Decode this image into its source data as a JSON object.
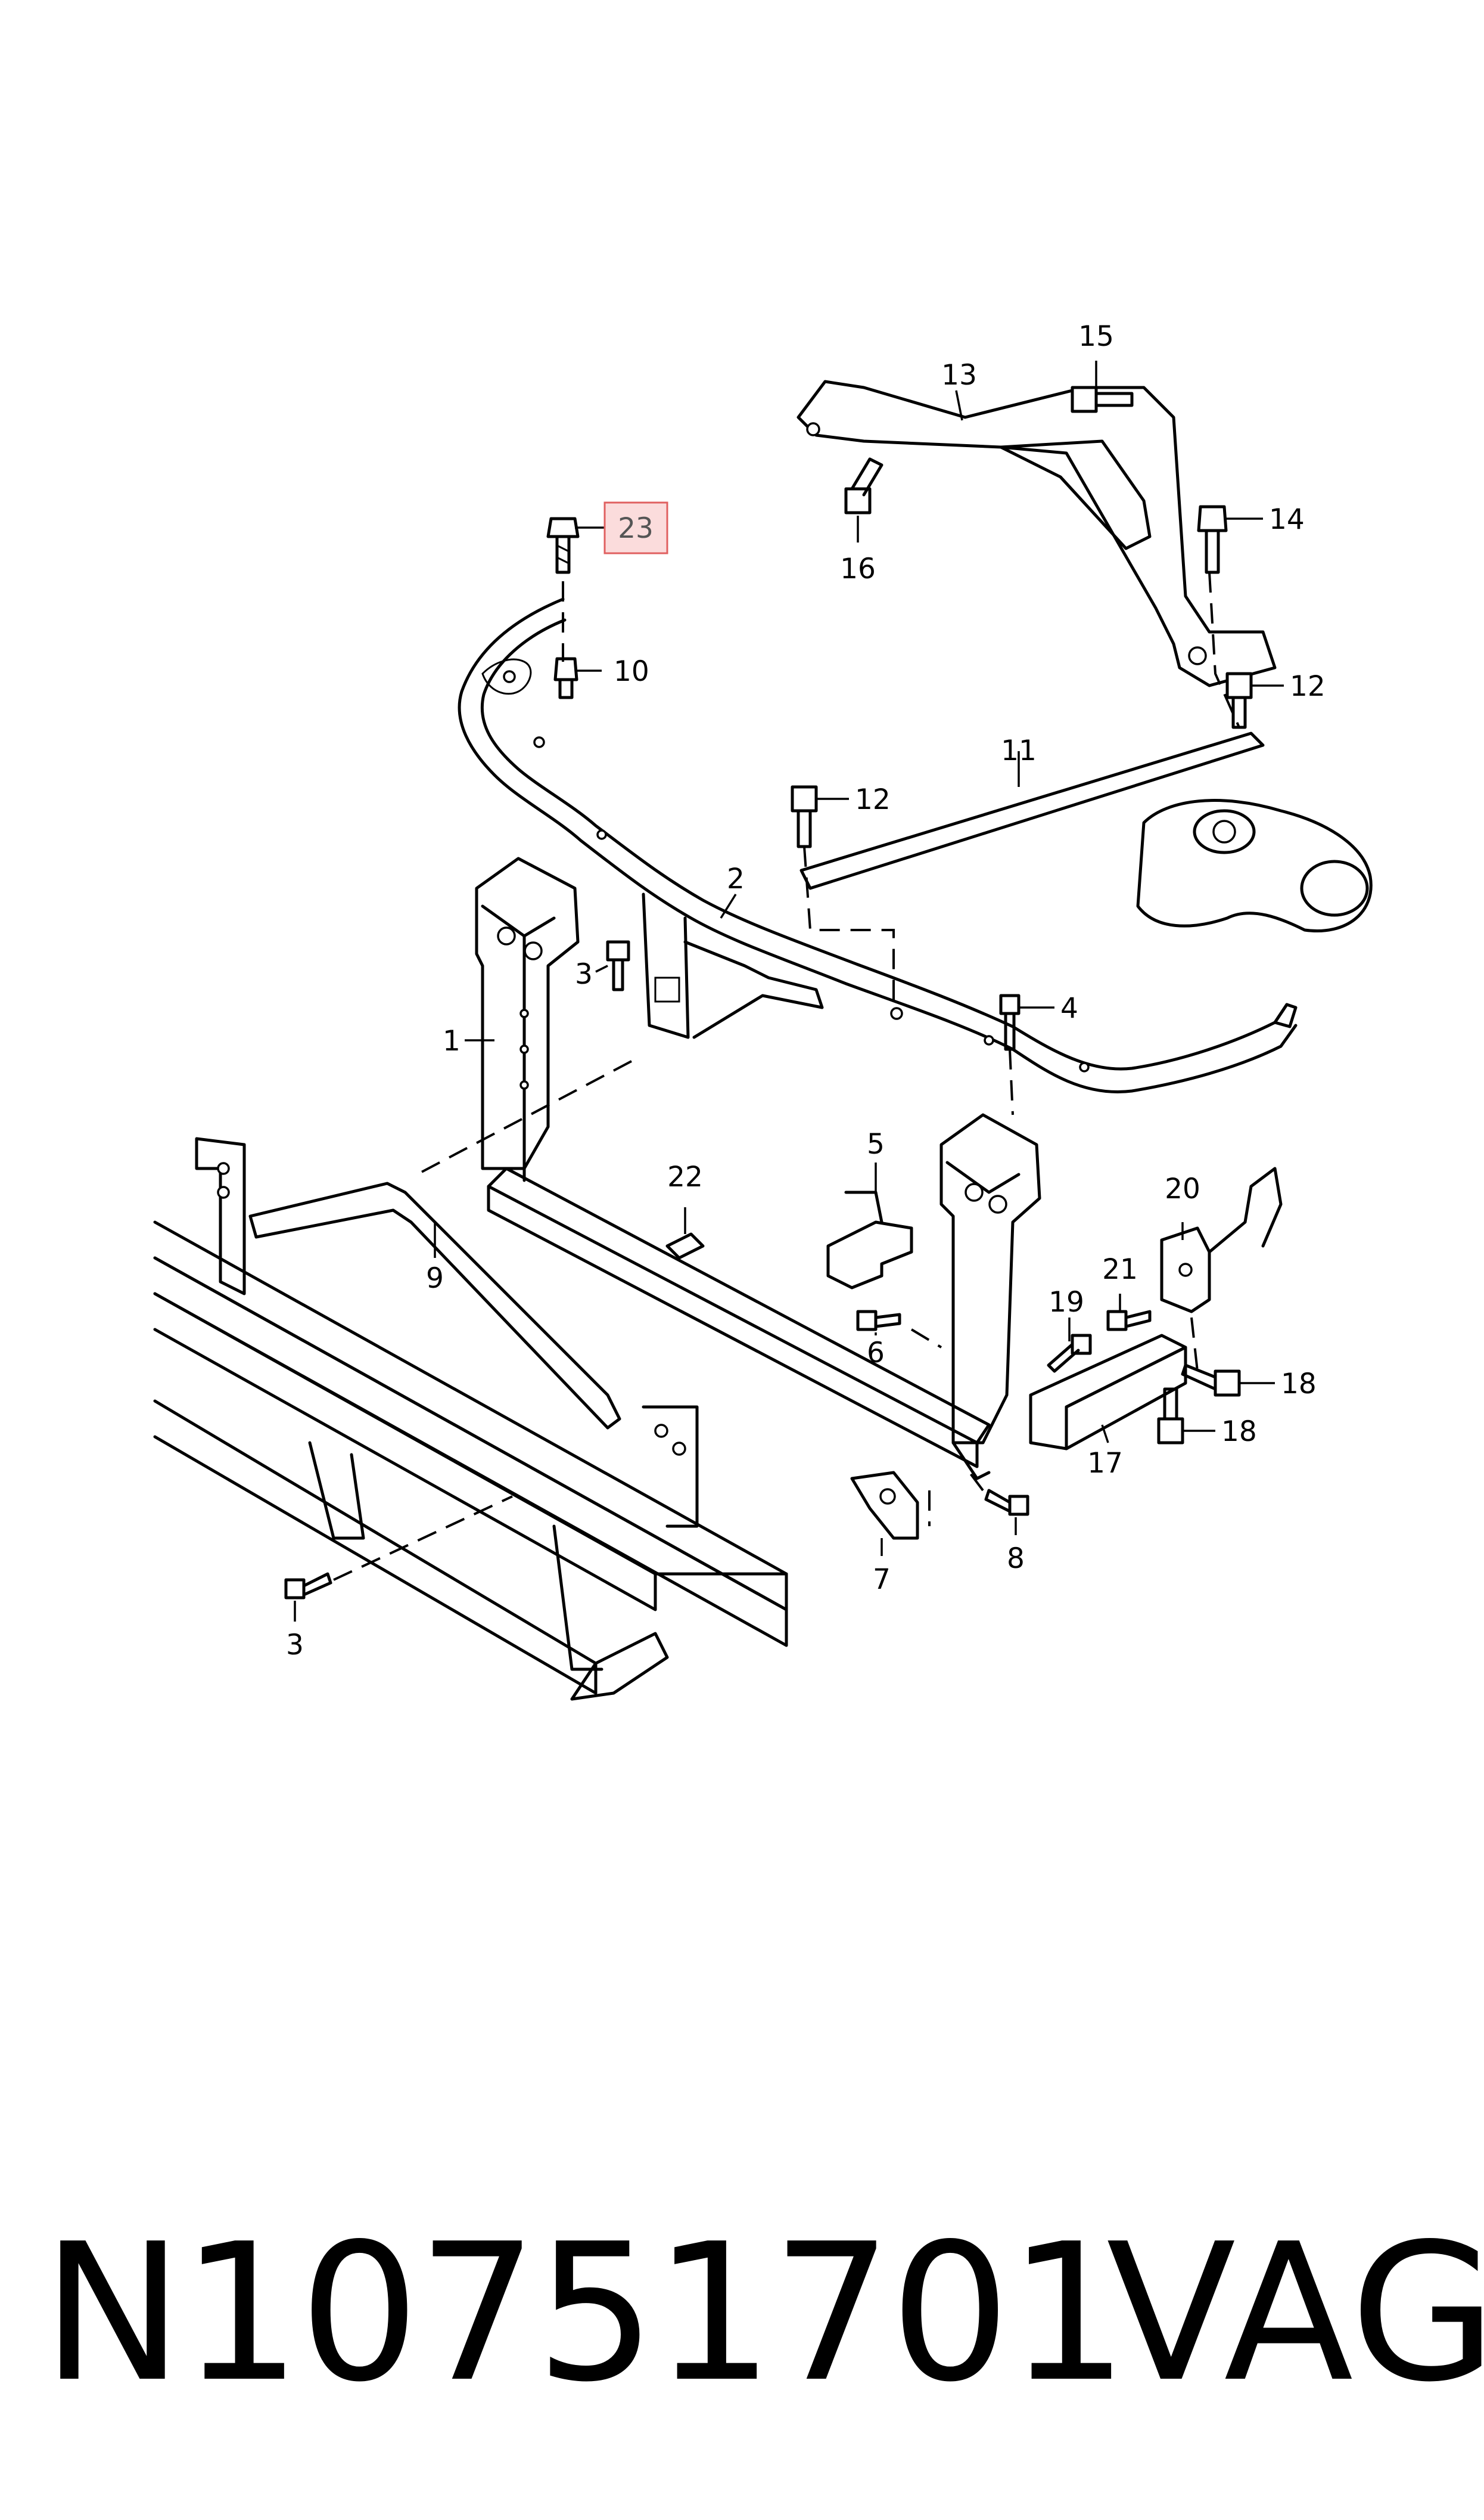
{
  "callouts": [
    {
      "id": "1",
      "label": "1"
    },
    {
      "id": "2",
      "label": "2"
    },
    {
      "id": "3a",
      "label": "3"
    },
    {
      "id": "3b",
      "label": "3"
    },
    {
      "id": "4",
      "label": "4"
    },
    {
      "id": "5",
      "label": "5"
    },
    {
      "id": "6",
      "label": "6"
    },
    {
      "id": "7",
      "label": "7"
    },
    {
      "id": "8",
      "label": "8"
    },
    {
      "id": "9",
      "label": "9"
    },
    {
      "id": "10",
      "label": "10"
    },
    {
      "id": "11",
      "label": "11"
    },
    {
      "id": "12a",
      "label": "12"
    },
    {
      "id": "12b",
      "label": "12"
    },
    {
      "id": "13",
      "label": "13"
    },
    {
      "id": "14",
      "label": "14"
    },
    {
      "id": "15",
      "label": "15"
    },
    {
      "id": "16",
      "label": "16"
    },
    {
      "id": "17",
      "label": "17"
    },
    {
      "id": "18a",
      "label": "18"
    },
    {
      "id": "18b",
      "label": "18"
    },
    {
      "id": "19",
      "label": "19"
    },
    {
      "id": "20",
      "label": "20"
    },
    {
      "id": "21",
      "label": "21"
    },
    {
      "id": "22",
      "label": "22"
    },
    {
      "id": "23",
      "label": "23",
      "highlighted": true
    }
  ],
  "highlight": {
    "fill": "#fbdcdc",
    "stroke": "#e06060"
  },
  "footer": {
    "part_number": "N10751701",
    "brand": "VAG"
  }
}
